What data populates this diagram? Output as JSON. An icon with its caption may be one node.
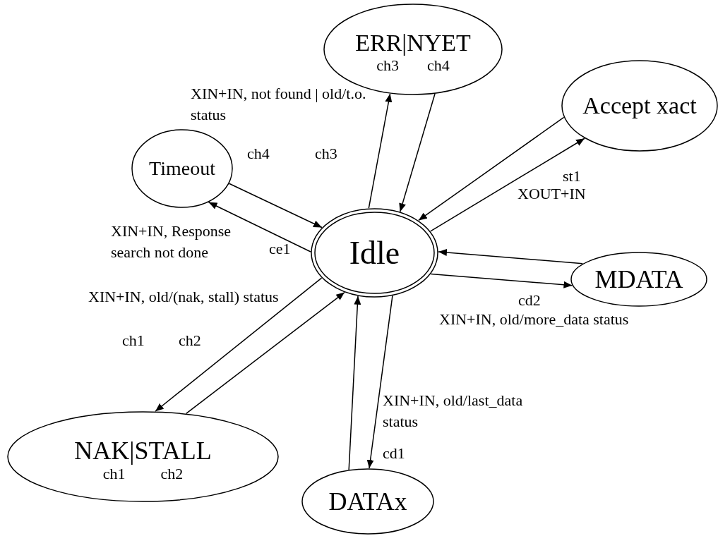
{
  "diagram": {
    "nodes": [
      {
        "text": [
          "Idle"
        ]
      },
      {
        "text": [
          "ERR|NYET",
          "ch3",
          "ch4"
        ]
      },
      {
        "text": [
          "Accept xact"
        ]
      },
      {
        "text": [
          "Timeout"
        ]
      },
      {
        "text": [
          "MDATA"
        ]
      },
      {
        "text": [
          "NAK|STALL",
          "ch1",
          "ch2"
        ]
      },
      {
        "text": [
          "DATAx"
        ]
      }
    ],
    "edges": [
      {
        "from": 0,
        "to": 1,
        "arrow": "to"
      },
      {
        "from": 1,
        "to": 0,
        "arrow": "to"
      },
      {
        "from": 2,
        "to": 0,
        "arrow": "to"
      },
      {
        "from": 0,
        "to": 2,
        "arrow": "to"
      },
      {
        "from": 3,
        "to": 0,
        "arrow": "to"
      },
      {
        "from": 0,
        "to": 3,
        "arrow": "to"
      },
      {
        "from": 4,
        "to": 0,
        "arrow": "to"
      },
      {
        "from": 0,
        "to": 4,
        "arrow": "to"
      },
      {
        "from": 0,
        "to": 5,
        "arrow": "to"
      },
      {
        "from": 5,
        "to": 0,
        "arrow": "to"
      },
      {
        "from": 6,
        "to": 0,
        "arrow": "to"
      },
      {
        "from": 0,
        "to": 6,
        "arrow": "to"
      }
    ],
    "labels": [
      "XIN+IN, not found | old/t.o. status",
      "ch4",
      "ch3",
      "st1",
      "XOUT+IN",
      "XIN+IN, Response search not done",
      "ce1",
      "XIN+IN, old/(nak, stall) status",
      "ch1",
      "ch2",
      "cd2",
      "XIN+IN, old/more_data status",
      "XIN+IN, old/last_data status",
      "cd1"
    ]
  }
}
